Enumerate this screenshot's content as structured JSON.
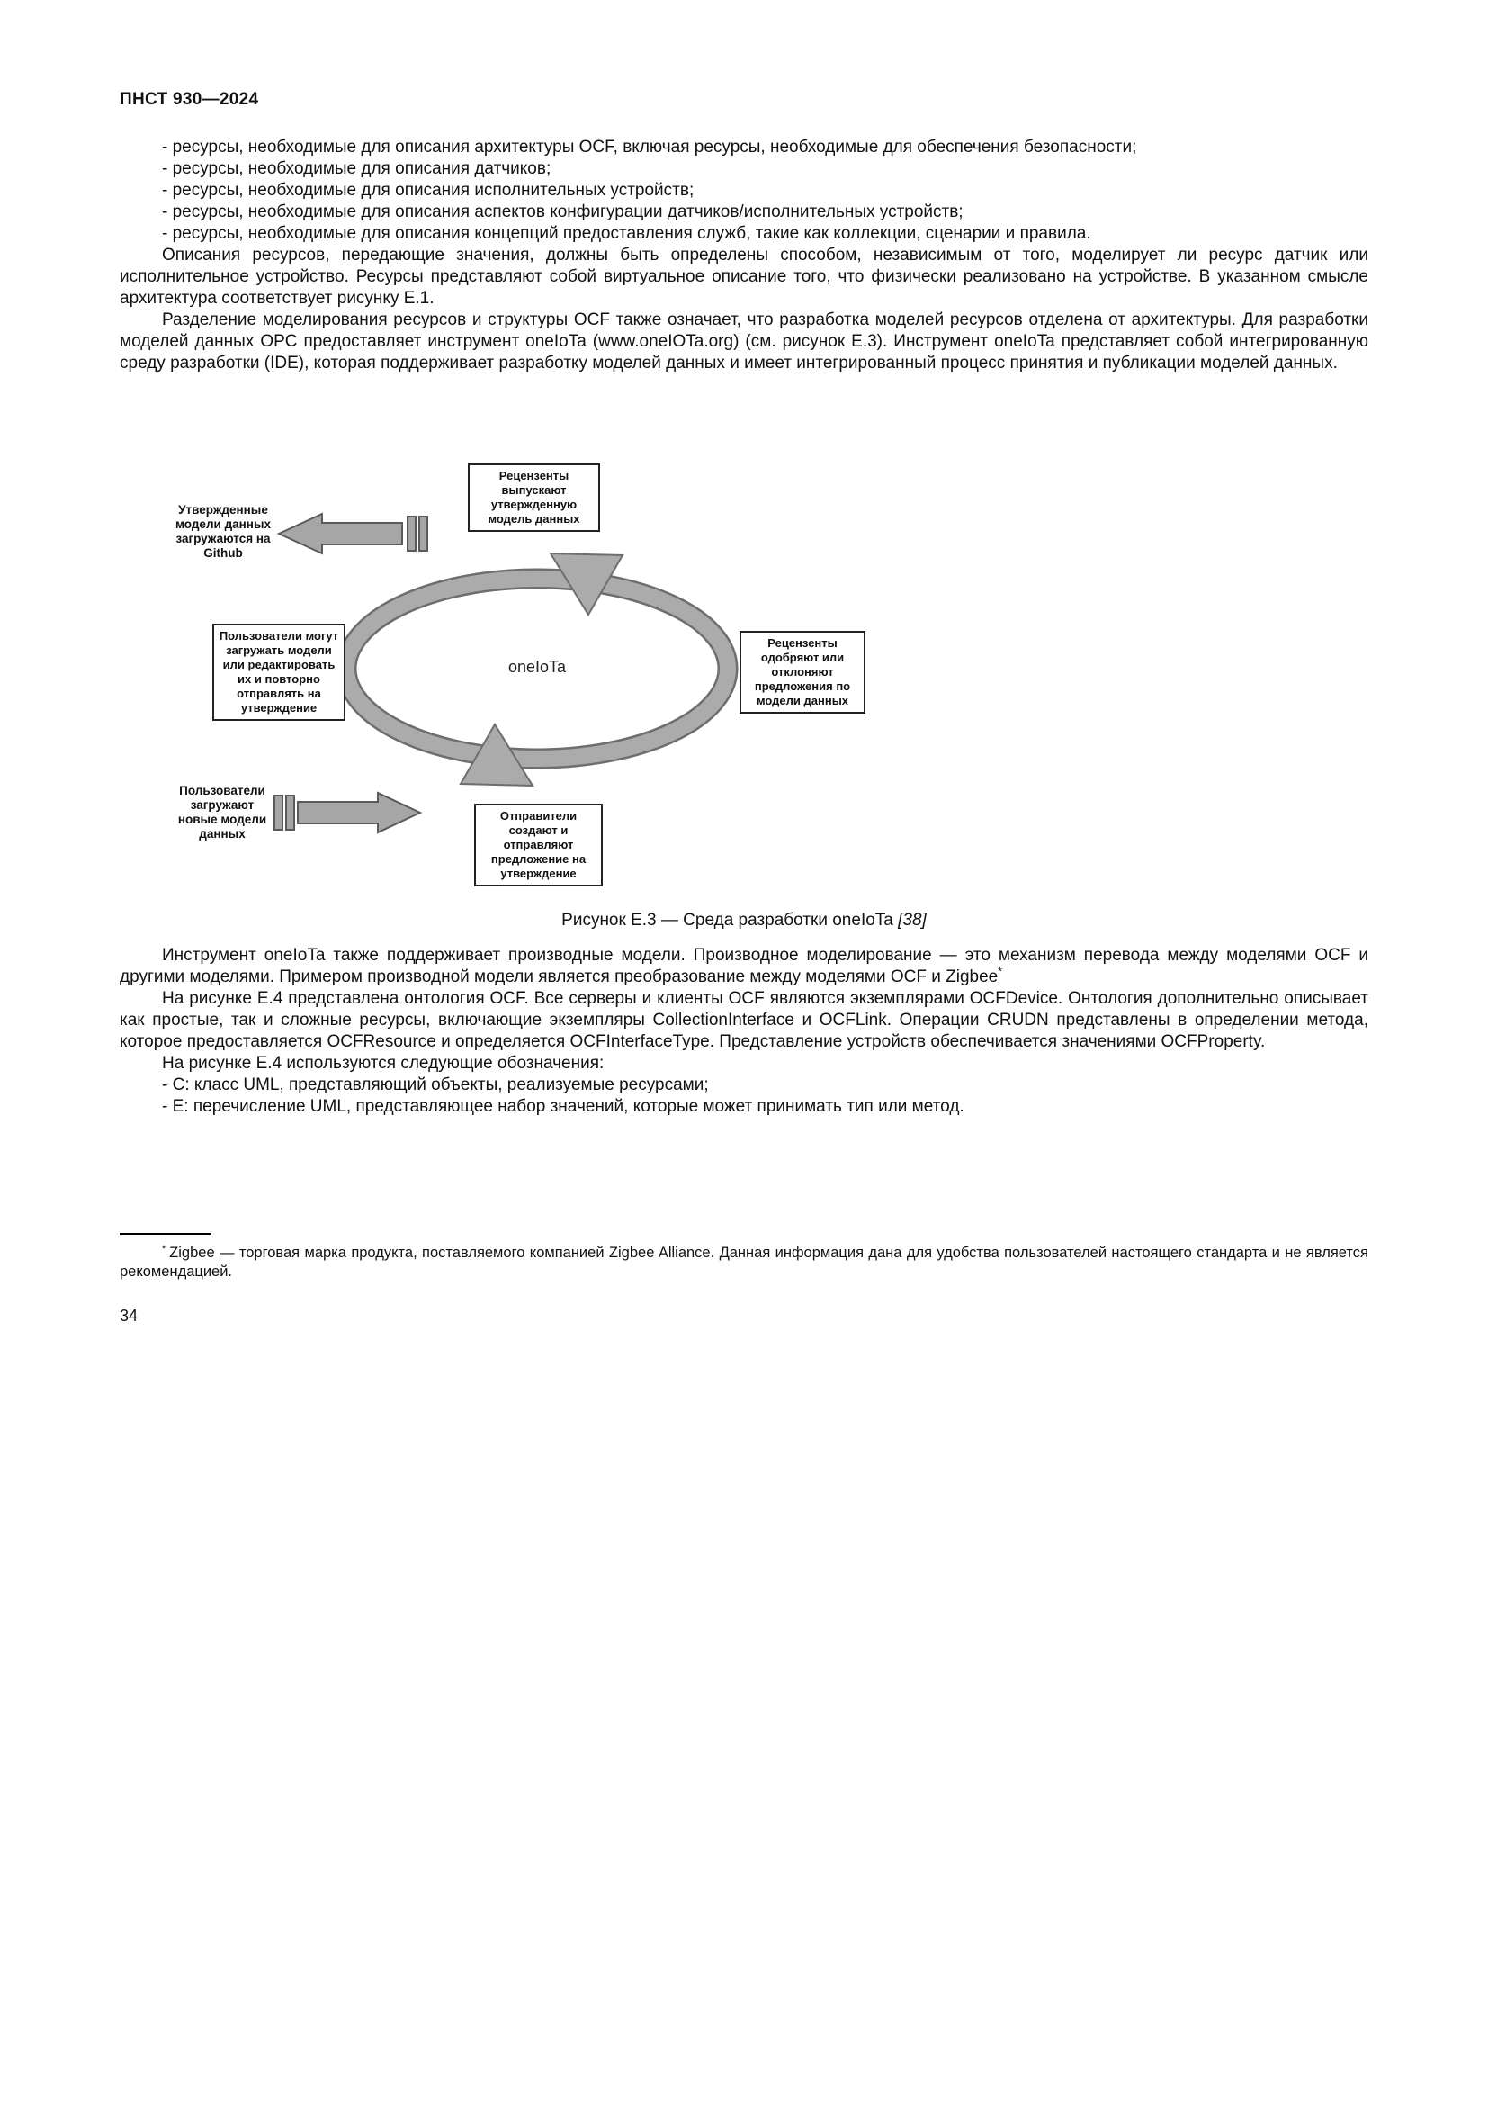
{
  "header": {
    "doc_code": "ПНСТ 930—2024"
  },
  "content": {
    "paragraphs_top": [
      "- ресурсы, необходимые для описания архитектуры OCF, включая ресурсы, необходимые для обеспечения безопасности;",
      "- ресурсы, необходимые для описания датчиков;",
      "- ресурсы, необходимые для описания исполнительных устройств;",
      "- ресурсы, необходимые для описания аспектов конфигурации датчиков/исполнительных устройств;",
      "- ресурсы, необходимые для описания концепций предоставления служб, такие как коллекции, сценарии и правила.",
      "Описания ресурсов, передающие значения, должны быть определены способом, независимым от того, моделирует ли ресурс датчик или исполнительное устройство. Ресурсы представляют собой виртуальное описание того, что физически реализовано на устройстве. В указанном смысле архитектура соответствует рисунку Е.1.",
      "Разделение моделирования ресурсов и структуры OCF также означает, что разработка моделей ресурсов отделена от архитектуры. Для разработки моделей данных OPC предоставляет инструмент oneIoTa (www.oneIOTa.org) (см. рисунок Е.3). Инструмент oneIoTa представляет собой интегрированную среду разработки (IDE), которая поддерживает разработку моделей данных и имеет интегрированный процесс принятия и публикации моделей данных."
    ],
    "derived_models_text": "Инструмент oneIoTa также поддерживает производные модели. Производное моделирование — это механизм перевода между моделями OCF и другими моделями. Примером производной модели является преобразование между моделями OCF и Zigbee",
    "derived_models_ref": "*",
    "ontology_text": "На рисунке Е.4 представлена онтология OCF. Все серверы и клиенты OCF являются экземплярами OCFDevice. Онтология дополнительно описывает как простые, так и сложные ресурсы, включающие экземпляры CollectionInterface и OCFLink. Операции CRUDN представлены в определении метода, которое предоставляется OCFResource и определяется OCFInterfaceType. Представление устройств обеспечивается значениями OCFProperty.",
    "notation_intro": "На рисунке Е.4 используются следующие обозначения:",
    "notation_c": "- C: класс UML, представляющий объекты, реализуемые ресурсами;",
    "notation_e": "- E: перечисление UML, представляющее набор значений, которые может принимать тип или метод."
  },
  "figure": {
    "caption_text": "Рисунок Е.3 — Среда разработки oneIoTa ",
    "caption_ref": "[38]",
    "center_label": "oneIoTa",
    "boxes": {
      "top": "Рецензенты выпускают утвержденную модель данных",
      "left": "Пользователи могут загружать модели или редактировать их и повторно отправлять на утверждение",
      "right": "Рецензенты одобряют или отклоняют предложения по модели данных",
      "bottom": "Отправители создают и отправляют предложение на утверждение"
    },
    "labels": {
      "github": "Утвержденные модели данных загружаются на Github",
      "upload": "Пользователи загружают новые модели данных"
    },
    "colors": {
      "arrow_fill": "#a6a6a6",
      "arrow_outline": "#5a5a5a",
      "ring_fill": "#ababab",
      "ring_outline": "#6e6e6e"
    }
  },
  "footnote": {
    "marker": "*",
    "text": "Zigbee — торговая марка продукта, поставляемого компанией Zigbee Alliance. Данная информация дана для удобства пользователей настоящего стандарта и не является рекомендацией."
  },
  "page_number": "34"
}
